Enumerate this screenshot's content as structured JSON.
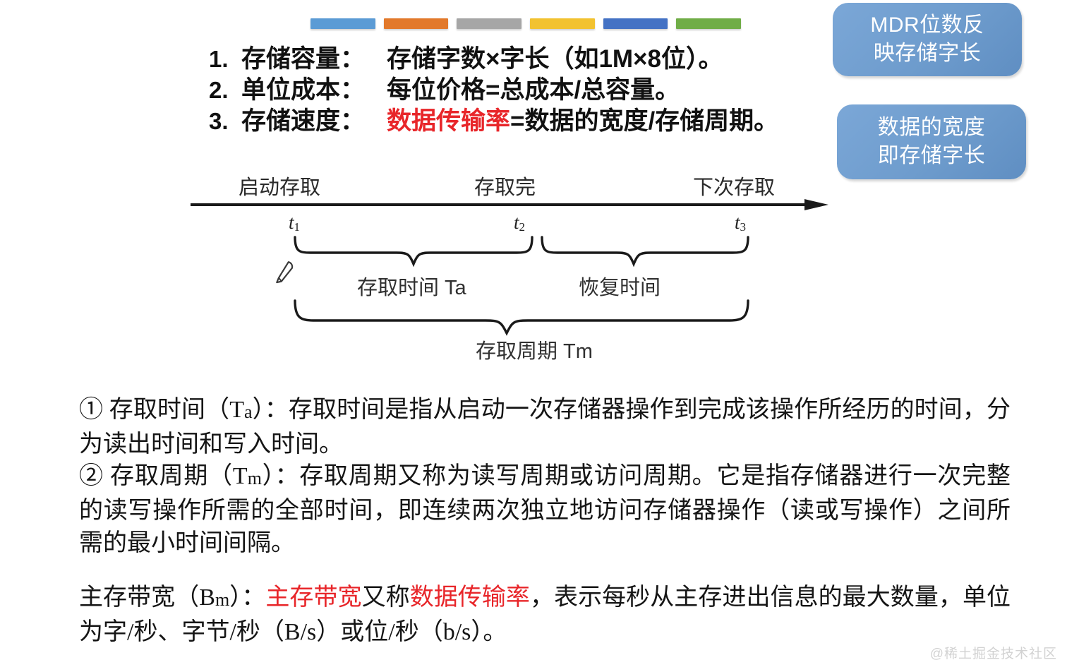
{
  "deco_bars": [
    {
      "name": "bar-blue",
      "color": "#5b9bd5"
    },
    {
      "name": "bar-orange",
      "color": "#e2792b"
    },
    {
      "name": "bar-gray",
      "color": "#a6a6a6"
    },
    {
      "name": "bar-yellow",
      "color": "#f2c230"
    },
    {
      "name": "bar-indigo",
      "color": "#4472c4"
    },
    {
      "name": "bar-green",
      "color": "#70ad47"
    }
  ],
  "list": {
    "items": [
      {
        "index": "1.",
        "term": "存储容量：",
        "body_before": "存储字数×字长（如1M×8位）。",
        "highlight": "",
        "body_after": ""
      },
      {
        "index": "2.",
        "term": "单位成本：",
        "body_before": "每位价格=总成本/总容量。",
        "highlight": "",
        "body_after": ""
      },
      {
        "index": "3.",
        "term": "存储速度：",
        "body_before": "",
        "highlight": "数据传输率",
        "body_after": "=数据的宽度/存储周期。"
      }
    ]
  },
  "callouts": {
    "mdr": {
      "line1": "MDR位数反",
      "line2": "映存储字长"
    },
    "width": {
      "line1": "数据的宽度",
      "line2": "即存储字长"
    }
  },
  "timeline": {
    "labels": {
      "start": "启动存取",
      "done": "存取完",
      "next": "下次存取"
    },
    "ticks": [
      {
        "base": "t",
        "sub": "1"
      },
      {
        "base": "t",
        "sub": "2"
      },
      {
        "base": "t",
        "sub": "3"
      }
    ],
    "braces": {
      "access_time": "存取时间 Ta",
      "recover_time": "恢复时间",
      "cycle_time": "存取周期 Tm"
    }
  },
  "paragraphs": {
    "access_time": {
      "marker": "① 存取时间（T",
      "sub": "a",
      "rest": "）：存取时间是指从启动一次存储器操作到完成该操作所经历的时间，分为读出时间和写入时间。"
    },
    "cycle_time": {
      "marker": "② 存取周期（T",
      "sub": "m",
      "rest": "）：存取周期又称为读写周期或访问周期。它是指存储器进行一次完整的读写操作所需的全部时间，即连续两次独立地访问存储器操作（读或写操作）之间所需的最小时间间隔。"
    },
    "bandwidth": {
      "marker": "主存带宽（B",
      "sub": "m",
      "colon": "）：",
      "red1": "主存带宽",
      "mid": "又称",
      "red2": "数据传输率",
      "rest": "，表示每秒从主存进出信息的最大数量，单位为字/秒、字节/秒（B/s）或位/秒（b/s）。"
    }
  },
  "watermark": {
    "text": "@稀土掘金技术社区"
  },
  "colors": {
    "red_accent": "#e8262a",
    "callout_blue": "#6e9ccd",
    "text_black": "#151515"
  }
}
